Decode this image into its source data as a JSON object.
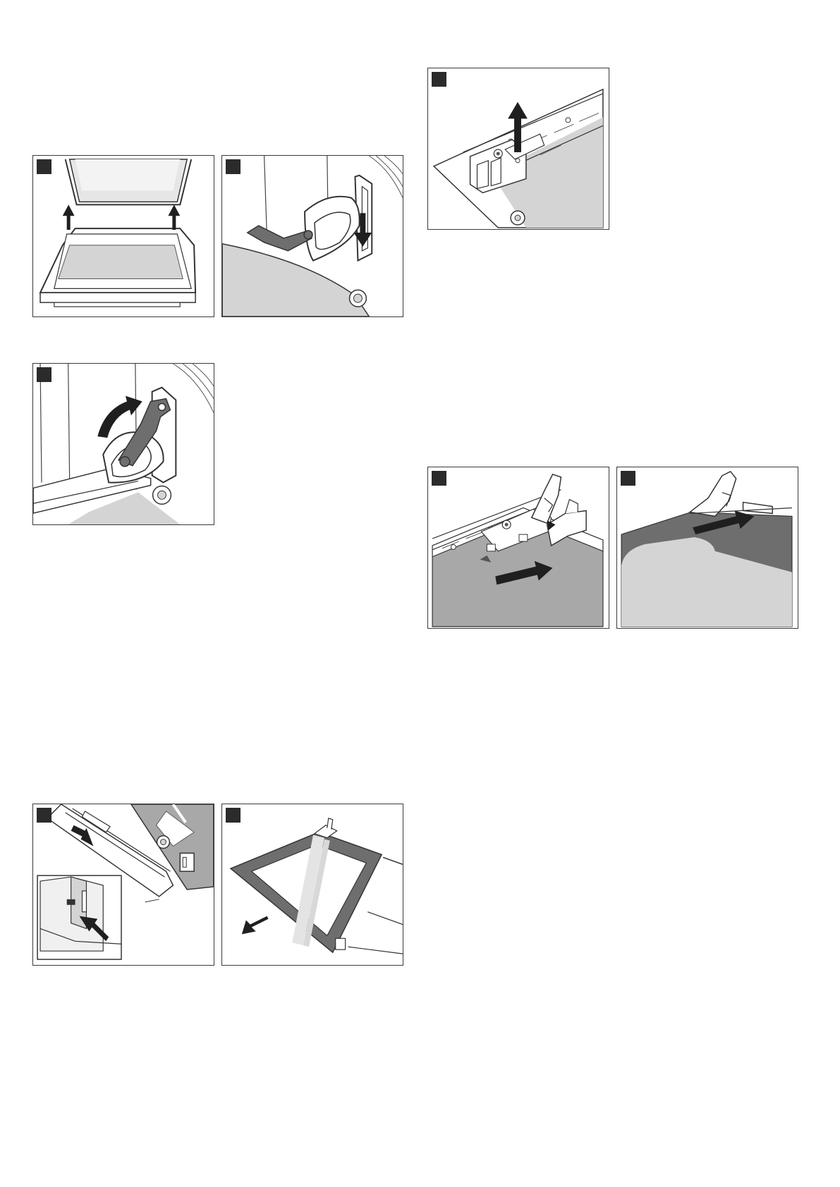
{
  "page": {
    "colors": {
      "frame": "#3a3a3a",
      "badge": "#2b2b2b",
      "gray_light": "#d4d4d4",
      "gray_mid": "#a8a8a8",
      "gray_dark": "#6e6e6e",
      "arrow": "#1f1f1f"
    }
  },
  "figures": [
    {
      "id": "fig-door-open-hinges",
      "step": "",
      "icons": [
        "door-icon",
        "arrow-up-icon"
      ]
    },
    {
      "id": "fig-hinge-lever-down",
      "step": "",
      "icons": [
        "hinge-icon",
        "arrow-down-icon"
      ]
    },
    {
      "id": "fig-hinge-lever-flip",
      "step": "",
      "icons": [
        "hinge-icon",
        "curved-arrow-icon"
      ]
    },
    {
      "id": "fig-cover-strip-remove",
      "step": "",
      "icons": [
        "door-strip-icon",
        "arrow-icon",
        "detail-inset-icon"
      ]
    },
    {
      "id": "fig-glass-pane-remove",
      "step": "",
      "icons": [
        "glass-pane-icon",
        "arrow-icon"
      ]
    },
    {
      "id": "fig-holder-lift-up",
      "step": "",
      "icons": [
        "holder-clip-icon",
        "arrow-up-icon"
      ]
    },
    {
      "id": "fig-pane-insert",
      "step": "",
      "icons": [
        "glass-pane-icon",
        "arrow-right-icon"
      ]
    },
    {
      "id": "fig-pane-push-in",
      "step": "",
      "icons": [
        "glass-pane-icon",
        "arrow-right-icon"
      ]
    }
  ]
}
